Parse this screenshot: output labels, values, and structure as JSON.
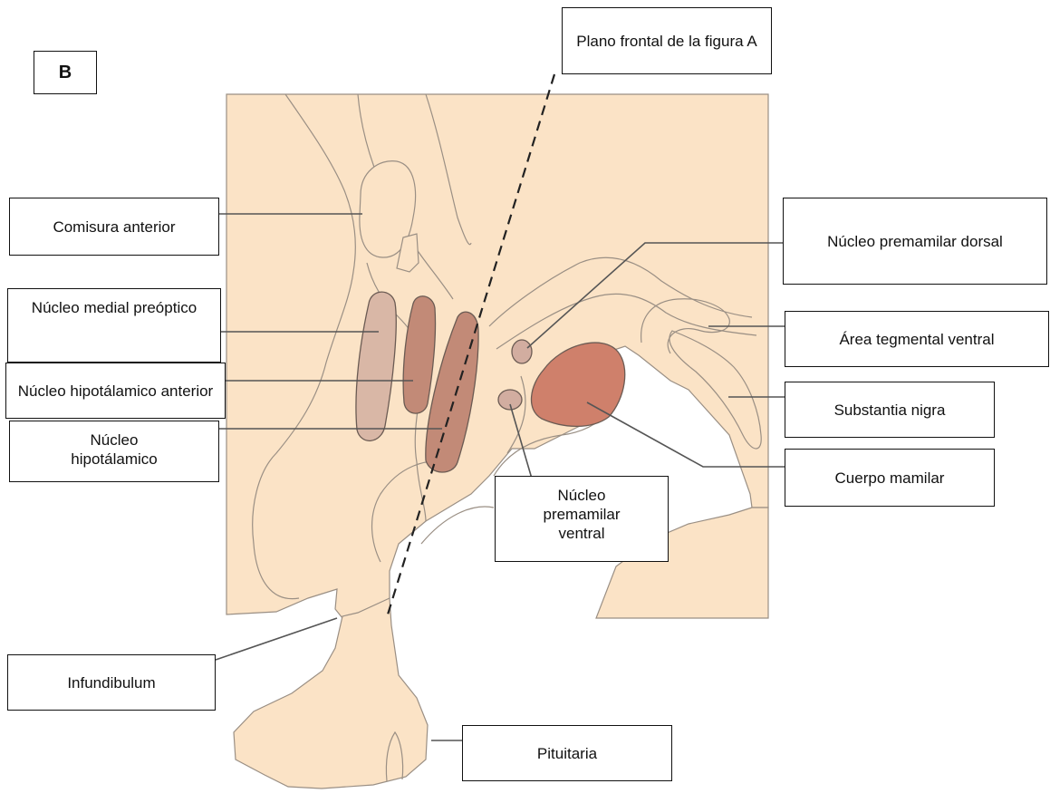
{
  "panel_label": "B",
  "labels": {
    "plano_frontal": "Plano frontal de la figura A",
    "comisura_anterior": "Comisura anterior",
    "nucleo_premamilar_dorsal": "Núcleo premamilar dorsal",
    "nucleo_medial_preoptico": "Núcleo medial preóptico",
    "area_tegmental_ventral": "Área tegmental ventral",
    "nucleo_hipotalamico_anterior": "Núcleo hipotálamico anterior",
    "substantia_nigra": "Substantia nigra",
    "nucleo_hipotalamico": "Núcleo hipotálamico",
    "cuerpo_mamilar": "Cuerpo mamilar",
    "nucleo_premamilar_ventral": "Núcleo premamilar ventral",
    "infundibulum": "Infundibulum",
    "pituitaria": "Pituitaria"
  },
  "colors": {
    "tissue": "#fbe3c6",
    "outline": "#9a8f84",
    "medial_preoptic": "#d9b7a6",
    "hypothalamic_nuclei": "#c28a77",
    "mamillary_body": "#cf806b",
    "premamillary": "#d2ada0",
    "leader_line": "#555555"
  }
}
